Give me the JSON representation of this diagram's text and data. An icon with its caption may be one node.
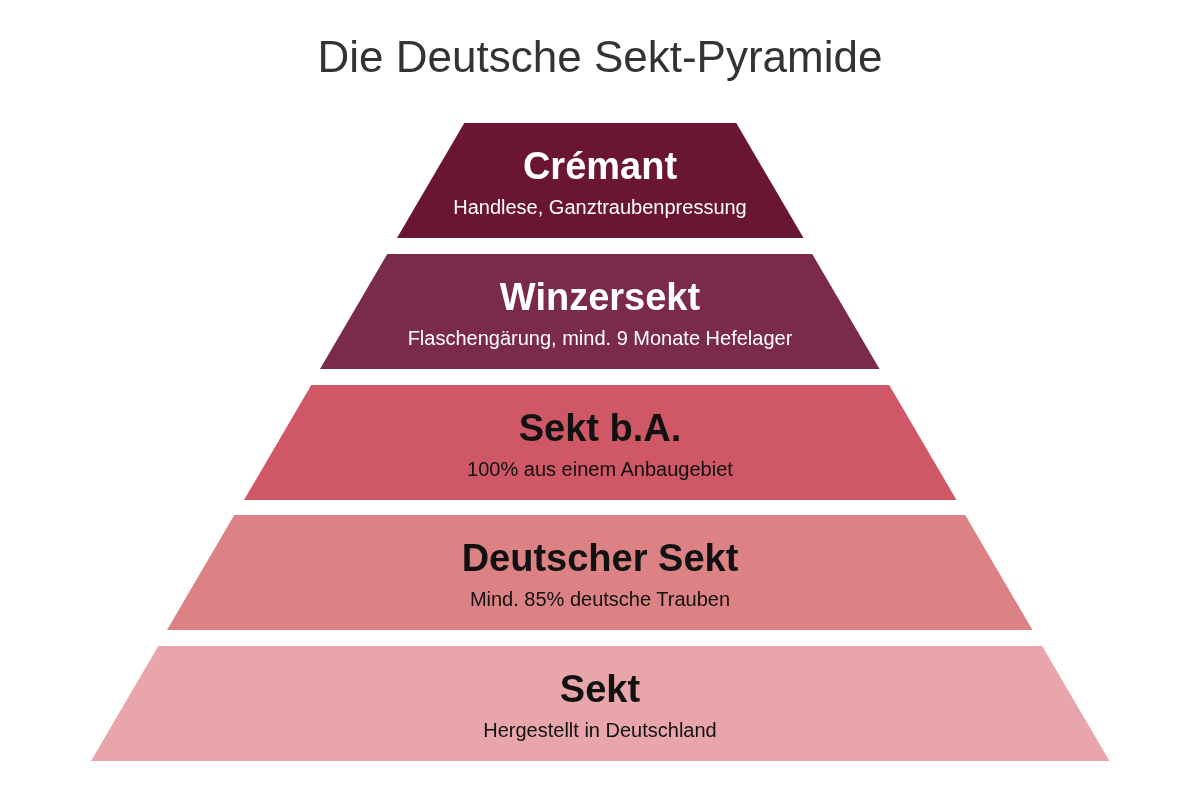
{
  "diagram": {
    "title": "Die Deutsche Sekt-Pyramide",
    "nodes": [
      {
        "text": [
          "Crémant",
          "Handlese, Ganztraubenpressung"
        ]
      },
      {
        "text": [
          "Winzersekt",
          "Flaschengärung, mind. 9 Monate Hefelager"
        ]
      },
      {
        "text": [
          "Sekt b.A.",
          "100% aus einem Anbaugebiet"
        ]
      },
      {
        "text": [
          "Deutscher Sekt",
          "Mind. 85% deutsche Trauben"
        ]
      },
      {
        "text": [
          "Sekt",
          "Hergestellt in Deutschland"
        ]
      }
    ]
  }
}
